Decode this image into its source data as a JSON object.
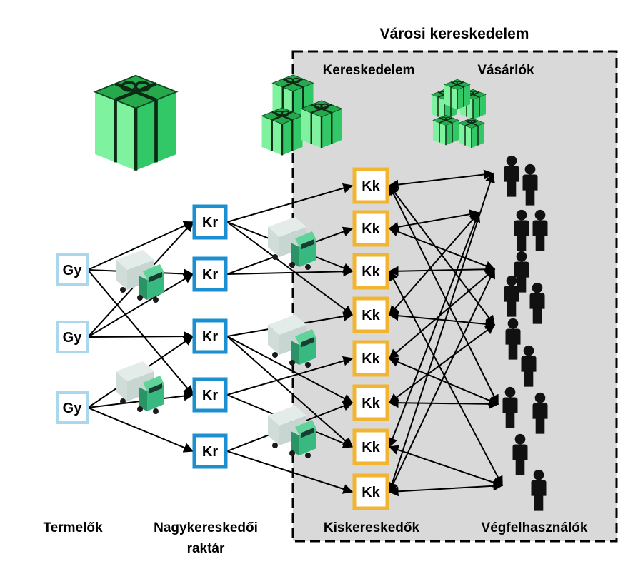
{
  "header": {
    "title": "Városi kereskedelem"
  },
  "zone_labels": {
    "trade": "Kereskedelem",
    "buyers": "Vásárlók"
  },
  "column_labels": {
    "producers": "Termelők",
    "wholesale_line1": "Nagykereskedői",
    "wholesale_line2": "raktár",
    "retailers": "Kiskereskedők",
    "end_users": "Végfelhasználók"
  },
  "nodes": {
    "producer_label": "Gy",
    "wholesale_label": "Kr",
    "retail_label": "Kk",
    "producer_count": 3,
    "wholesale_count": 5,
    "retail_count": 8
  },
  "icons": {
    "gift": "gift-box-icon",
    "truck": "delivery-truck-icon",
    "person": "person-silhouette-icon"
  },
  "colors": {
    "producer_border": "#a9d8ee",
    "wholesale_border": "#1b8fd0",
    "retail_border": "#f2b531",
    "zone_fill": "#d9d9d9",
    "gift_green": "#2ebd5b",
    "gift_dark": "#1f8a40",
    "truck_green": "#38b980",
    "person": "#111111"
  }
}
